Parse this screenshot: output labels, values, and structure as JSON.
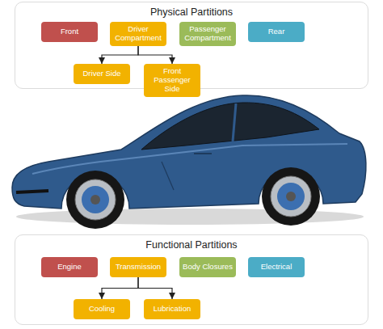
{
  "diagram": {
    "nodes": [
      {
        "text": [
          "Physical Partitions"
        ]
      },
      {
        "text": [
          "Front"
        ],
        "in": 0
      },
      {
        "text": [
          "Driver Compartment"
        ],
        "in": 0
      },
      {
        "text": [
          "Passenger Compartment"
        ],
        "in": 0
      },
      {
        "text": [
          "Rear"
        ],
        "in": 0
      },
      {
        "text": [
          "Driver Side"
        ],
        "in": 0
      },
      {
        "text": [
          "Front Passenger Side"
        ],
        "in": 0
      },
      {
        "text": [
          "Functional Partitions"
        ]
      },
      {
        "text": [
          "Engine"
        ],
        "in": 7
      },
      {
        "text": [
          "Transmission"
        ],
        "in": 7
      },
      {
        "text": [
          "Body Closures"
        ],
        "in": 7
      },
      {
        "text": [
          "Electrical"
        ],
        "in": 7
      },
      {
        "text": [
          "Cooling"
        ],
        "in": 7
      },
      {
        "text": [
          "Lubrication"
        ],
        "in": 7
      }
    ],
    "edges": [
      {
        "from": 2,
        "to": 5,
        "arrow": "to"
      },
      {
        "from": 2,
        "to": 6,
        "arrow": "to"
      },
      {
        "from": 9,
        "to": 12,
        "arrow": "to"
      },
      {
        "from": 9,
        "to": 13,
        "arrow": "to"
      }
    ]
  }
}
